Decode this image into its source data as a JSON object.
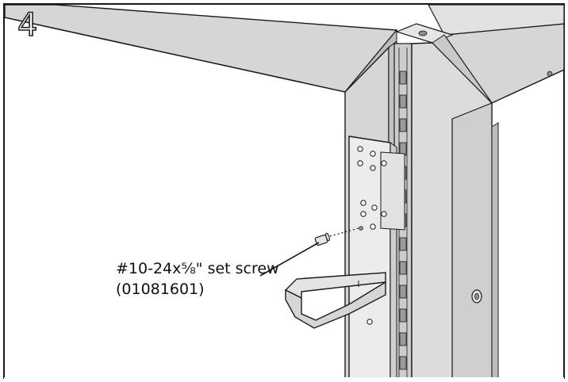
{
  "step": {
    "number": "4"
  },
  "callout": {
    "line1": "#10-24x⅝\" set screw",
    "line2": "(01081601)"
  },
  "colors": {
    "steel": "#d6d6d6",
    "steel_shadow": "#bdbdbd",
    "steel_light": "#e9e9e9",
    "outline": "#1a1a1a",
    "hole": "#8c8c8c"
  },
  "icons": {
    "fastener": "set-screw-icon"
  }
}
